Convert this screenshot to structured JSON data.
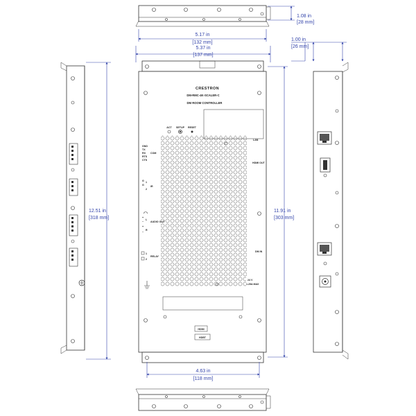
{
  "dimensions": {
    "height_top": {
      "imperial": "1.08 in",
      "metric": "[28 mm]"
    },
    "height_bracket": {
      "imperial": "1.00 in",
      "metric": "[26 mm]"
    },
    "width_body": {
      "imperial": "5.17 in",
      "metric": "[132 mm]"
    },
    "width_overall": {
      "imperial": "5.37 in",
      "metric": "[137 mm]"
    },
    "length_overall": {
      "imperial": "12.51 in",
      "metric": "[318 mm]"
    },
    "length_body": {
      "imperial": "11.91 in",
      "metric": "[303 mm]"
    },
    "mount_spacing": {
      "imperial": "4.63 in",
      "metric": "[118 mm]"
    }
  },
  "front_panel": {
    "brand": "CRESTRON",
    "model": "DM-RMC-4K-SCALER-C",
    "subtitle": "DM ROOM CONTROLLER",
    "leds": [
      "ACT",
      "SETUP",
      "RESET"
    ],
    "com_pins": [
      "GND",
      "TX",
      "RX",
      "RTS",
      "CTS"
    ],
    "com_label": "COM",
    "ir_label": "IR",
    "ir_pins": [
      "G",
      "1",
      "G",
      "2"
    ],
    "audio_label": "AUDIO OUT",
    "audio_pins": [
      "+",
      "L",
      "−",
      "+",
      "R",
      "−"
    ],
    "relay_label": "RELAY",
    "relay_pins": [
      "1",
      "2"
    ],
    "lan_label": "LAN",
    "hdmi_out_label": "HDMI OUT",
    "dm_in_label": "DM IN",
    "power_line1": "24 V",
    "power_line2": "1.25A MAX",
    "hdmi_logo": "HDMI",
    "hdbaset_logo": "HDBT"
  }
}
